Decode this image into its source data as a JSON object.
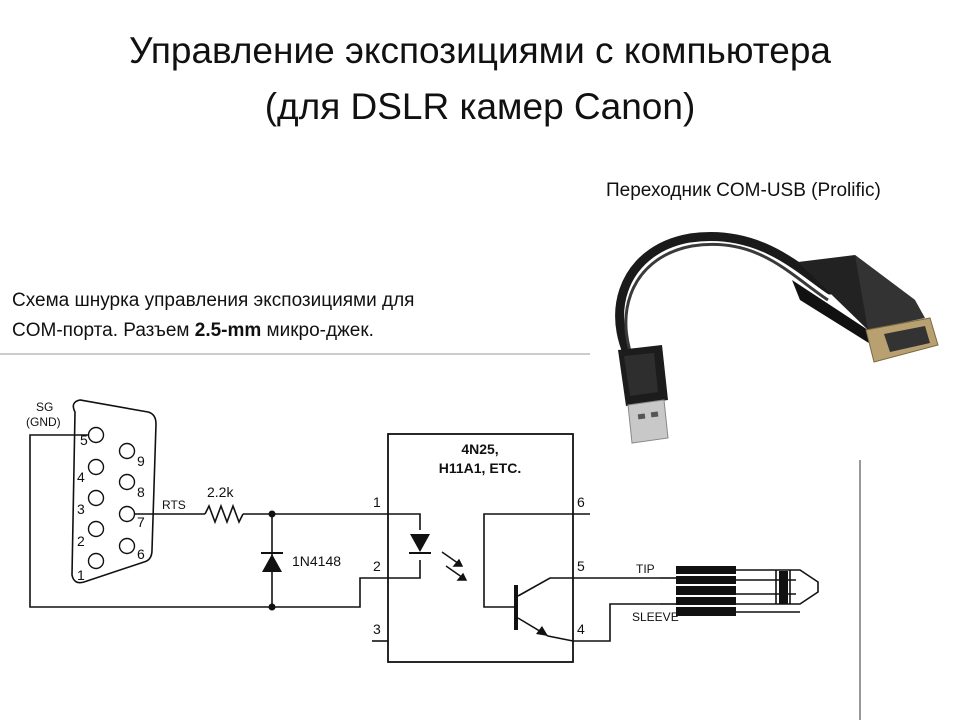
{
  "title": {
    "line1": "Управление экспозициями с компьютера",
    "line2": "(для DSLR камер Canon)"
  },
  "adapter_caption": "Переходник COM-USB (Prolific)",
  "schema_caption": {
    "line1": "Схема шнурка управления экспозициями для",
    "line2_prefix": "COM-порта. Разъем ",
    "line2_bold": "2.5-mm",
    "line2_suffix": " микро-джек."
  },
  "circuit": {
    "connector_label_sg": "SG",
    "connector_label_gnd": "(GND)",
    "pins_left": [
      "5",
      "4",
      "3",
      "2",
      "1"
    ],
    "pins_right": [
      "9",
      "8",
      "7",
      "6"
    ],
    "rts_label": "RTS",
    "resistor_label": "2.2k",
    "diode_label": "1N4148",
    "chip_label_line1": "4N25,",
    "chip_label_line2": "H11A1, ETC.",
    "chip_pins": [
      "1",
      "2",
      "3",
      "6",
      "5",
      "4"
    ],
    "jack_tip_label": "TIP",
    "jack_sleeve_label": "SLEEVE"
  },
  "colors": {
    "line": "#111111",
    "cable": "#1a1a1a",
    "usb_metal": "#c8c8c8",
    "db9_metal": "#b8a070"
  }
}
